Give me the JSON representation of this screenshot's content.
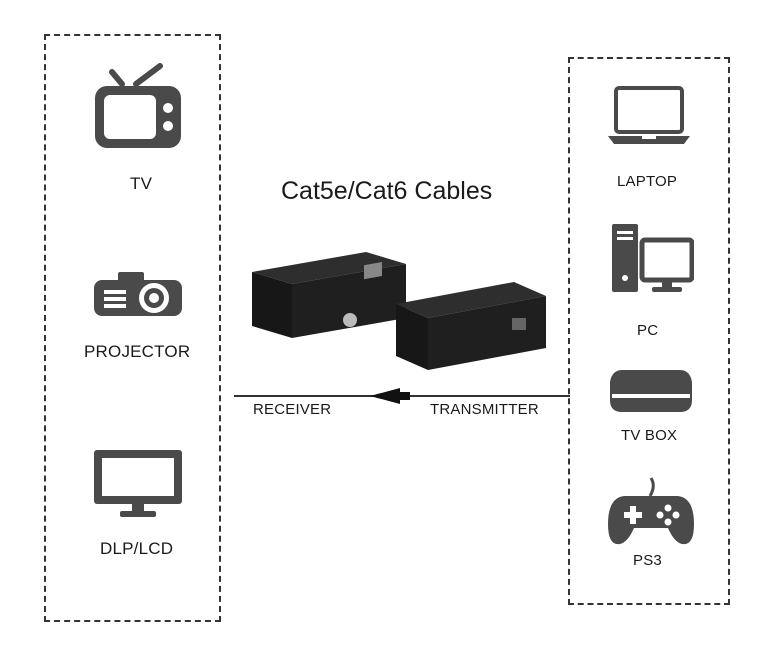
{
  "title": "Cat5e/Cat6 Cables",
  "left_devices": [
    {
      "label": "TV",
      "icon": "tv-icon"
    },
    {
      "label": "PROJECTOR",
      "icon": "projector-icon"
    },
    {
      "label": "DLP/LCD",
      "icon": "monitor-icon"
    }
  ],
  "right_devices": [
    {
      "label": "LAPTOP",
      "icon": "laptop-icon"
    },
    {
      "label": "PC",
      "icon": "pc-icon"
    },
    {
      "label": "TV BOX",
      "icon": "tv-box-icon"
    },
    {
      "label": "PS3",
      "icon": "gamepad-icon"
    }
  ],
  "connection": {
    "receiver_label": "RECEIVER",
    "transmitter_label": "TRANSMITTER"
  },
  "colors": {
    "icon": "#4a4a4a",
    "box_border": "#333333",
    "device_body": "#1c1c1c"
  }
}
